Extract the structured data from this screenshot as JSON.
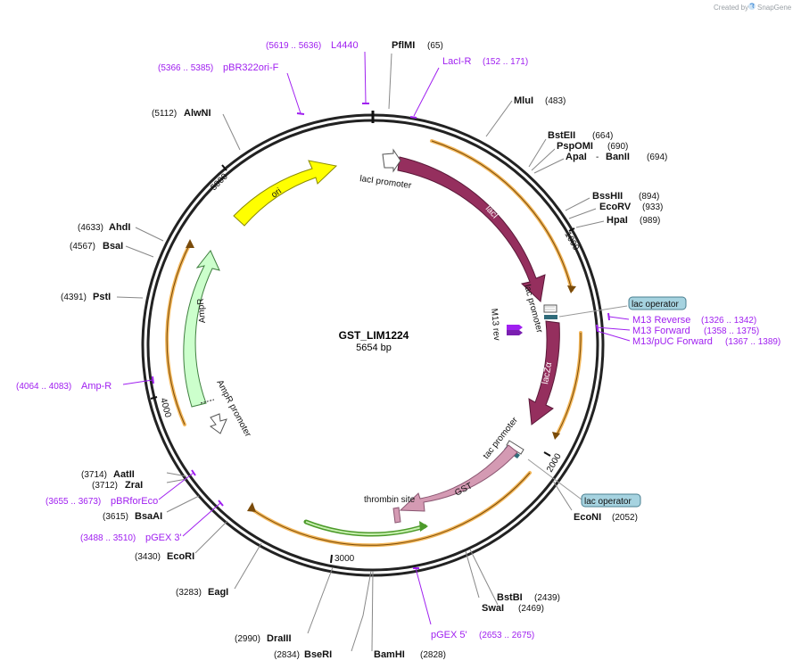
{
  "colors": {
    "backbone": "#222222",
    "enzyme": "#111111",
    "primer": "#a020f0",
    "lacI": "#952f5e",
    "lacZa": "#952f5e",
    "GST": "#d49ab3",
    "ori": "#ffff00",
    "AmpR": "#ccffcc",
    "promoter": "#ffffff",
    "orf": "#f0a93c",
    "thrombin": "#d49ab3",
    "green_arrow": "#4c9a2a",
    "operator": "#2f6b7a",
    "bubble": "#a6d3e0"
  },
  "credit": {
    "created_by": "Created by",
    "logo_icon": "snapgene-logo-icon",
    "logo_text": "SnapGene"
  },
  "plasmid": {
    "name": "GST_LIM1224",
    "length_label": "5654 bp",
    "length_bp": 5654
  },
  "ticks": [
    {
      "label": "1000",
      "bp": 1000
    },
    {
      "label": "2000",
      "bp": 2000
    },
    {
      "label": "3000",
      "bp": 3000
    },
    {
      "label": "4000",
      "bp": 4000
    },
    {
      "label": "5000",
      "bp": 5000
    }
  ],
  "enzymes": [
    {
      "name": "PflMI",
      "pos": "(65)",
      "bp": 65
    },
    {
      "name": "MluI",
      "pos": "(483)",
      "bp": 483
    },
    {
      "name": "BstEII",
      "pos": "(664)",
      "bp": 664
    },
    {
      "name": "PspOMI",
      "pos": "(690)",
      "bp": 690
    },
    {
      "name": "ApaI",
      "name2": "BanII",
      "pos": "(694)",
      "bp": 694
    },
    {
      "name": "BssHII",
      "pos": "(894)",
      "bp": 894
    },
    {
      "name": "EcoRV",
      "pos": "(933)",
      "bp": 933
    },
    {
      "name": "HpaI",
      "pos": "(989)",
      "bp": 989
    },
    {
      "name": "EcoNI",
      "pos": "(2052)",
      "bp": 2052
    },
    {
      "name": "BstBI",
      "pos": "(2439)",
      "bp": 2439
    },
    {
      "name": "SwaI",
      "pos": "(2469)",
      "bp": 2469
    },
    {
      "name": "BamHI",
      "pos": "(2828)",
      "bp": 2828
    },
    {
      "name": "BseRI",
      "pos": "(2834)",
      "bp": 2834
    },
    {
      "name": "DraIII",
      "pos": "(2990)",
      "bp": 2990
    },
    {
      "name": "EagI",
      "pos": "(3283)",
      "bp": 3283
    },
    {
      "name": "EcoRI",
      "pos": "(3430)",
      "bp": 3430
    },
    {
      "name": "BsaAI",
      "pos": "(3615)",
      "bp": 3615
    },
    {
      "name": "ZraI",
      "pos": "(3712)",
      "bp": 3712
    },
    {
      "name": "AatII",
      "pos": "(3714)",
      "bp": 3714
    },
    {
      "name": "PstI",
      "pos": "(4391)",
      "bp": 4391
    },
    {
      "name": "BsaI",
      "pos": "(4567)",
      "bp": 4567
    },
    {
      "name": "AhdI",
      "pos": "(4633)",
      "bp": 4633
    },
    {
      "name": "AlwNI",
      "pos": "(5112)",
      "bp": 5112
    }
  ],
  "primers": [
    {
      "name": "L4440",
      "range": "(5619 .. 5636)"
    },
    {
      "name": "LacI-R",
      "range": "(152 .. 171)"
    },
    {
      "name": "pBR322ori-F",
      "range": "(5366 .. 5385)"
    },
    {
      "name": "M13 Reverse",
      "range": "(1326 .. 1342)"
    },
    {
      "name": "M13 Forward",
      "range": "(1358 .. 1375)"
    },
    {
      "name": "M13/pUC Forward",
      "range": "(1367 .. 1389)"
    },
    {
      "name": "Amp-R",
      "range": "(4064 .. 4083)"
    },
    {
      "name": "pBRforEco",
      "range": "(3655 .. 3673)"
    },
    {
      "name": "pGEX 3'",
      "range": "(3488 .. 3510)"
    },
    {
      "name": "pGEX 5'",
      "range": "(2653 .. 2675)"
    }
  ],
  "features": {
    "lacI": "lacI",
    "lacI_promoter": "lacI promoter",
    "lac_promoter": "lac promoter",
    "lacZa": "lacZα",
    "m13_rev": "M13 rev",
    "tac_promoter": "tac promoter",
    "GST": "GST",
    "thrombin": "thrombin site",
    "ori": "ori",
    "AmpR": "AmpR",
    "AmpR_promoter": "AmpR promoter",
    "lac_operator_1": "lac operator",
    "lac_operator_2": "lac operator"
  }
}
